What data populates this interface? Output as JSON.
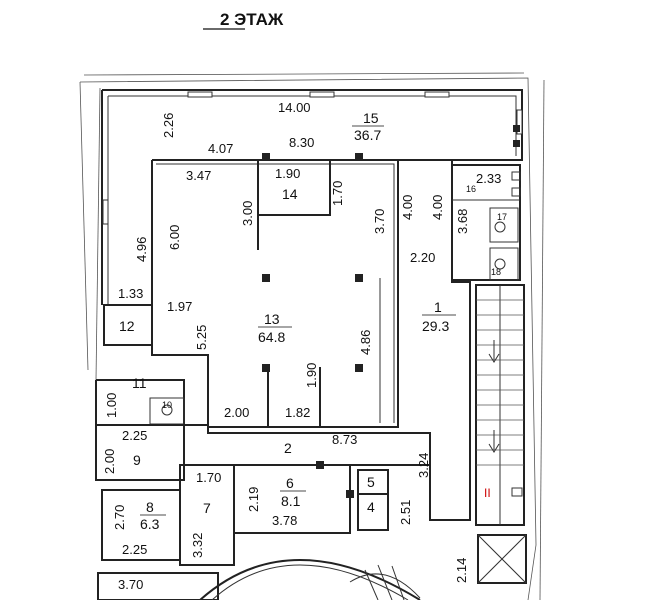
{
  "title": "2 ЭТАЖ",
  "rooms": [
    {
      "id": "r15",
      "number": "15",
      "area": "36.7"
    },
    {
      "id": "r14",
      "number": "14",
      "area": ""
    },
    {
      "id": "r13",
      "number": "13",
      "area": "64.8"
    },
    {
      "id": "r1",
      "number": "1",
      "area": "29.3"
    },
    {
      "id": "r12",
      "number": "12",
      "area": ""
    },
    {
      "id": "r11",
      "number": "11",
      "area": ""
    },
    {
      "id": "r10",
      "number": "10",
      "area": ""
    },
    {
      "id": "r9",
      "number": "9",
      "area": ""
    },
    {
      "id": "r2",
      "number": "2",
      "area": ""
    },
    {
      "id": "r8",
      "number": "8",
      "area": "6.3"
    },
    {
      "id": "r7",
      "number": "7",
      "area": ""
    },
    {
      "id": "r6",
      "number": "6",
      "area": "8.1"
    },
    {
      "id": "r5",
      "number": "5",
      "area": ""
    },
    {
      "id": "r4",
      "number": "4",
      "area": ""
    },
    {
      "id": "r16",
      "number": "16",
      "area": ""
    },
    {
      "id": "r17",
      "number": "17",
      "area": ""
    },
    {
      "id": "r18",
      "number": "18",
      "area": ""
    }
  ],
  "dimensions": [
    "14.00",
    "2.26",
    "4.07",
    "8.30",
    "3.47",
    "1.90",
    "1.70",
    "3.00",
    "3.70",
    "4.00",
    "4.00",
    "2.33",
    "3.68",
    "2.20",
    "4.96",
    "6.00",
    "1.33",
    "1.97",
    "5.25",
    "4.86",
    "1.90",
    "2.00",
    "1.82",
    "1.00",
    "2.25",
    "2.00",
    "8.73",
    "3.24",
    "1.70",
    "2.19",
    "3.78",
    "2.51",
    "2.70",
    "3.32",
    "2.25",
    "2.14",
    "3.70"
  ],
  "stair_marker": "II"
}
